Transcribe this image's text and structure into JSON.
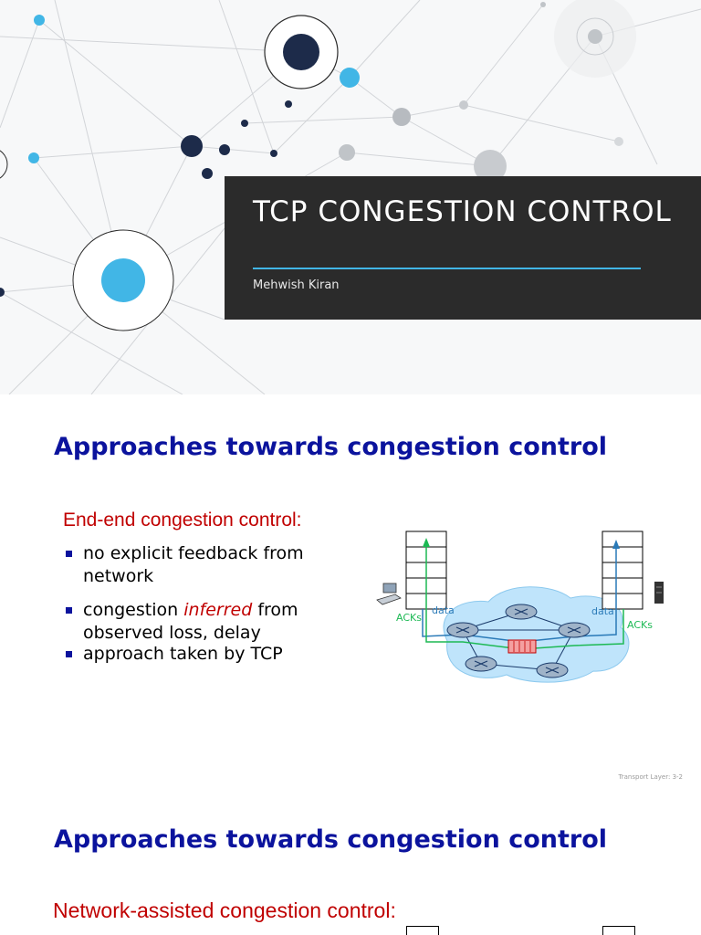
{
  "title_slide": {
    "title": "TCP CONGESTION CONTROL",
    "author": "Mehwish Kiran",
    "accent_color": "#41b6e6",
    "box_color": "#2b2b2b"
  },
  "slide2": {
    "heading": "Approaches towards congestion control",
    "subheading": "End-end congestion control:",
    "bullets": [
      {
        "pre": "no explicit feedback from network",
        "em": "",
        "post": ""
      },
      {
        "pre": "congestion ",
        "em": "inferred",
        "post": " from observed loss, delay"
      },
      {
        "pre": "approach taken by TCP",
        "em": "",
        "post": ""
      }
    ],
    "diagram": {
      "label_acks_left": "ACKs",
      "label_data_left": "data",
      "label_data_right": "data",
      "label_acks_right": "ACKs"
    },
    "footer": "Transport Layer: 3-2"
  },
  "slide3": {
    "heading": "Approaches towards congestion control",
    "subheading": "Network-assisted congestion control:"
  },
  "colors": {
    "heading": "#0b139d",
    "subheading": "#c00000",
    "ack_line": "#1db954",
    "data_line": "#2a7ab8"
  }
}
